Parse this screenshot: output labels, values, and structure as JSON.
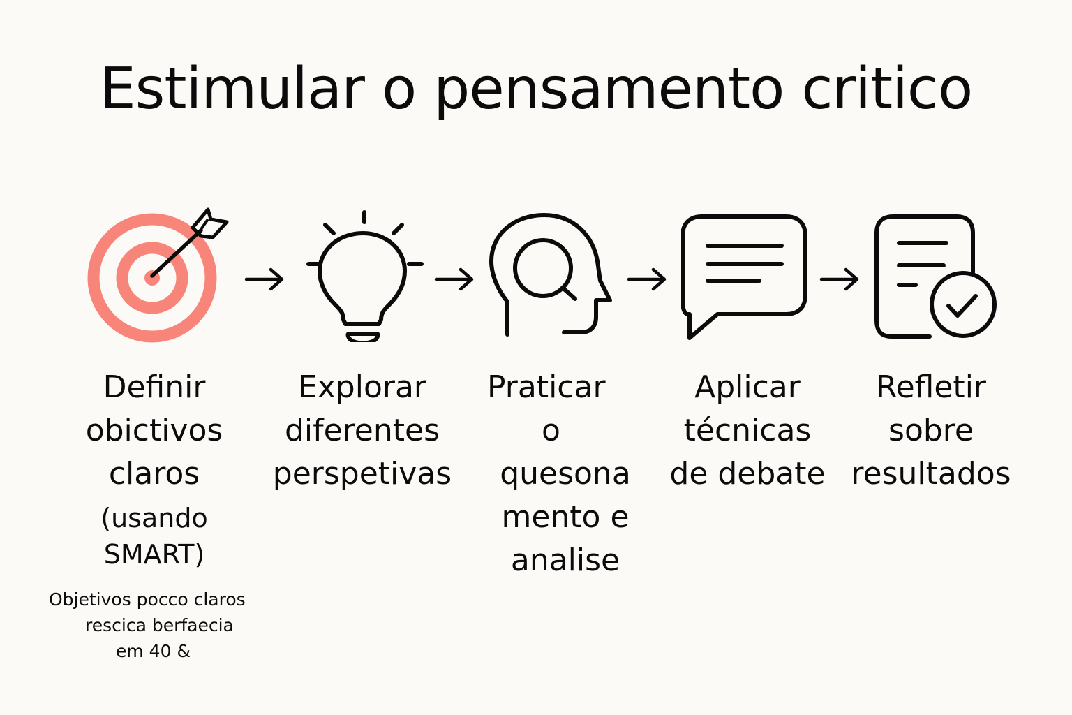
{
  "title": "Estimular o pensamento critico",
  "colors": {
    "background": "#fcfaf7",
    "text": "#0b0b0b",
    "target_accent": "#f8857a",
    "icon_stroke": "#0b0b0b"
  },
  "steps": [
    {
      "icon": "target-arrow-icon",
      "label_lines": [
        "Definir",
        "obictivos",
        "claros"
      ],
      "sub_lines": [
        "(usando",
        "SMART)"
      ]
    },
    {
      "icon": "lightbulb-icon",
      "label_lines": [
        "Explorar",
        "diferentes",
        "perspetivas"
      ]
    },
    {
      "icon": "head-magnifier-icon",
      "label_lines": [
        "Praticar",
        "o",
        "quesona",
        "mento e",
        "analise"
      ]
    },
    {
      "icon": "speech-bubble-icon",
      "label_lines": [
        "Aplicar",
        "técnicas",
        "de debate"
      ]
    },
    {
      "icon": "document-check-icon",
      "label_lines": [
        "Refletir",
        "sobre",
        "resultados"
      ]
    }
  ],
  "arrows": [
    "arrow-right-icon",
    "arrow-right-icon",
    "arrow-right-icon",
    "arrow-right-icon"
  ],
  "note": {
    "lines": [
      "Objetivos pocco claros",
      "rescica berfaecia",
      "em 40 &"
    ]
  }
}
